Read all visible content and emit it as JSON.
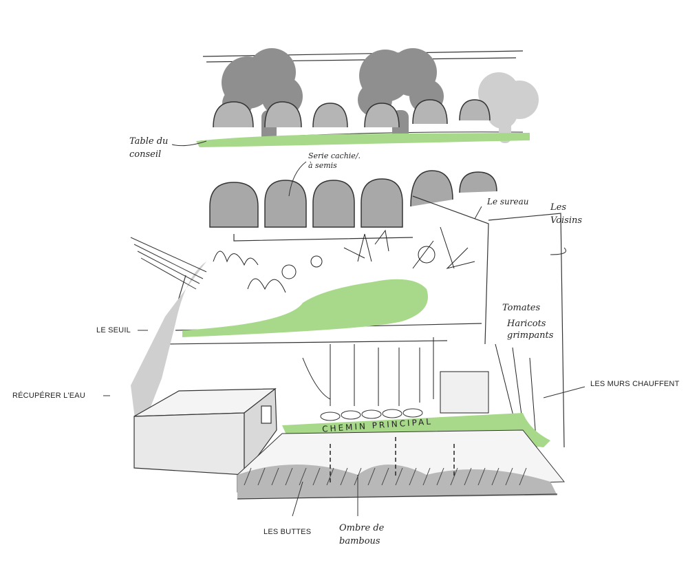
{
  "labels": {
    "table_conseil": [
      "Table du",
      "conseil"
    ],
    "serre": [
      "Serie cachie/.",
      "à semis"
    ],
    "sureau": "Le sureau",
    "voisins": [
      "Les",
      "Voisins"
    ],
    "tomates": "Tomates",
    "haricots": [
      "Haricots",
      "grimpants"
    ],
    "seuil": "LE SEUIL",
    "eau": "RÉCUPÉRER L'EAU",
    "murs": "LES MURS CHAUFFENT",
    "chemin": "CHEMIN PRINCIPAL",
    "buttes": "LES BUTTES",
    "ombre": [
      "Ombre de",
      "bambous"
    ]
  },
  "colors": {
    "green": "#a8d98a",
    "gray": "#9a9a9a",
    "light_gray": "#c8c8c8",
    "ink": "#222222"
  }
}
